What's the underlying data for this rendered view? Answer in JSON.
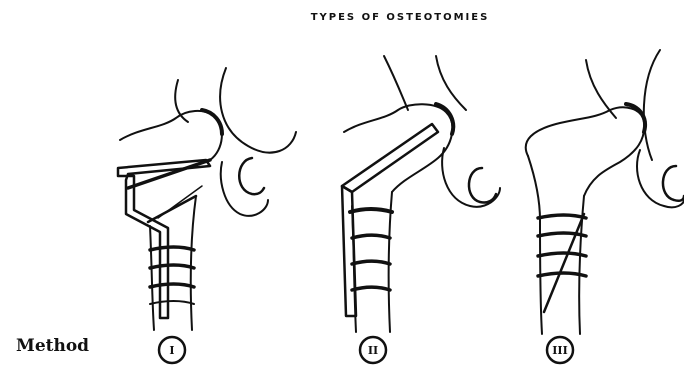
{
  "title": "TYPES OF OSTEOTOMIES",
  "method_label": "Method",
  "methods": [
    {
      "numeral": "I"
    },
    {
      "numeral": "II"
    },
    {
      "numeral": "III"
    }
  ]
}
